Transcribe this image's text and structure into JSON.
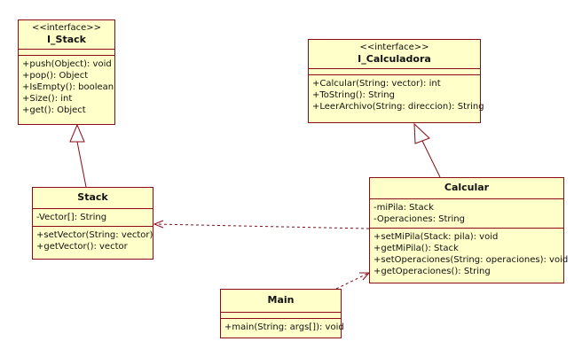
{
  "classes": {
    "i_stack": {
      "stereotype": "<<interface>>",
      "name": "I_Stack",
      "attributes": [],
      "methods": [
        "+push(Object): void",
        "+pop(): Object",
        "+IsEmpty(): boolean",
        "+Size(): int",
        "+get(): Object"
      ]
    },
    "i_calculadora": {
      "stereotype": "<<interface>>",
      "name": "I_Calculadora",
      "attributes": [],
      "methods": [
        "+Calcular(String: vector): int",
        "+ToString(): String",
        "+LeerArchivo(String: direccion): String"
      ]
    },
    "stack": {
      "name": "Stack",
      "attributes": [
        "-Vector[]: String"
      ],
      "methods": [
        "+setVector(String: vector)",
        "+getVector(): vector"
      ]
    },
    "calcular": {
      "name": "Calcular",
      "attributes": [
        "-miPila: Stack",
        "-Operaciones: String"
      ],
      "methods": [
        "+setMiPila(Stack: pila): void",
        "+getMiPila(): Stack",
        "+setOperaciones(String: operaciones): void",
        "+getOperaciones(): String"
      ]
    },
    "main": {
      "name": "Main",
      "attributes": [],
      "methods": [
        "+main(String: args[]): void"
      ]
    }
  },
  "colors": {
    "fill": "#ffffc9",
    "border": "#8b0b18",
    "arrow": "#8b0b18"
  }
}
